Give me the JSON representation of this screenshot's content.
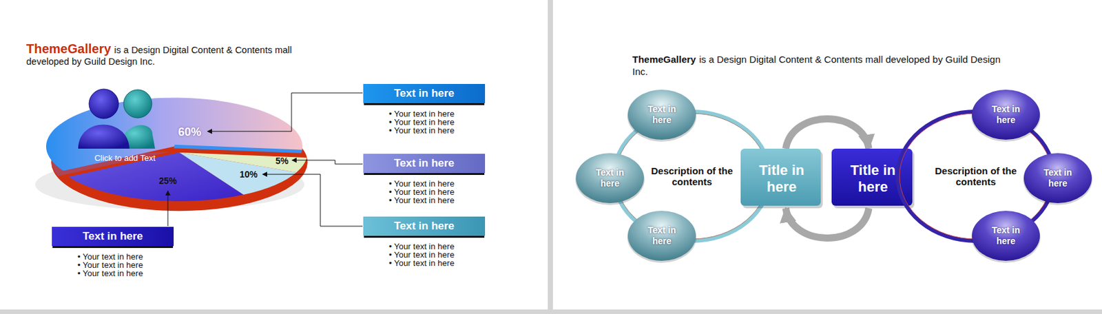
{
  "diagram": {
    "nodes": [
      {
        "text": [
          "Text in here",
          "• Your text in here",
          "• Your text in here",
          "• Your text in here"
        ]
      },
      {
        "text": [
          "Text in here",
          "• Your text in here",
          "• Your text in here",
          "• Your text in here"
        ]
      },
      {
        "text": [
          "Text in here",
          "• Your text in here",
          "• Your text in here",
          "• Your text in here"
        ]
      },
      {
        "text": [
          "Text in here",
          "• Your text in here",
          "• Your text in here",
          "• Your text in here"
        ]
      },
      {
        "text": [
          "Description of the contents"
        ]
      },
      {
        "text": [
          "Text in here"
        ]
      },
      {
        "text": [
          "Text in here"
        ]
      },
      {
        "text": [
          "Text in here"
        ]
      },
      {
        "text": [
          "Title in here"
        ]
      },
      {
        "text": [
          "Title in here"
        ]
      },
      {
        "text": [
          "Description of the contents"
        ]
      },
      {
        "text": [
          "Text in here"
        ]
      },
      {
        "text": [
          "Text in here"
        ]
      },
      {
        "text": [
          "Text in here"
        ]
      }
    ],
    "edges": [
      {
        "from": 8,
        "to": 9,
        "arrow": "to"
      },
      {
        "from": 9,
        "to": 8,
        "arrow": "to"
      }
    ],
    "labels": [
      "ThemeGallery",
      "is a Design Digital Content & Contents mall developed by Guild Design Inc.",
      "60%",
      "5%",
      "10%",
      "25%",
      "Click to add Text",
      "ThemeGallery",
      "is a Design Digital Content & Contents mall developed by Guild Design Inc."
    ]
  }
}
